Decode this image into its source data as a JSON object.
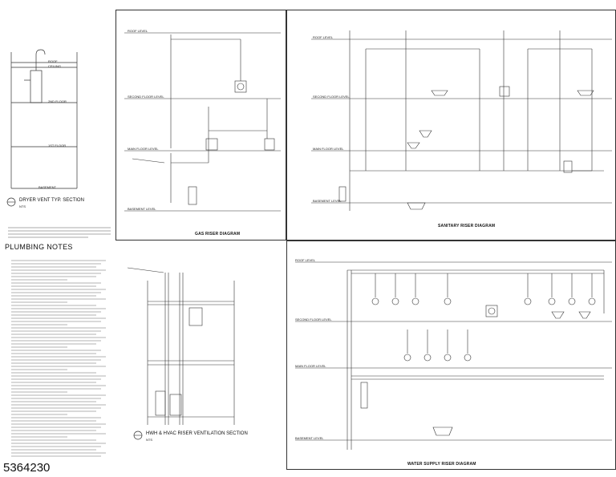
{
  "sheet": {
    "mls_number": "5364230"
  },
  "dryer": {
    "title": "DRYER VENT TYP. SECTION",
    "scale": "NTS",
    "labels": [
      "ROOF",
      "CEILING",
      "2ND FLOOR",
      "1ST FLOOR",
      "BASEMENT"
    ]
  },
  "gas": {
    "caption": "GAS RISER DIAGRAM",
    "levels": [
      "ROOF LEVEL",
      "SECOND FLOOR LEVEL",
      "MAIN FLOOR LEVEL",
      "BASEMENT LEVEL"
    ]
  },
  "sanitary": {
    "caption": "SANITARY RISER DIAGRAM",
    "levels": [
      "ROOF LEVEL",
      "SECOND FLOOR LEVEL",
      "MAIN FLOOR LEVEL",
      "BASEMENT LEVEL"
    ]
  },
  "hvac": {
    "title": "HWH & HVAC RISER VENTILATION SECTION",
    "scale": "NTS"
  },
  "water": {
    "caption": "WATER SUPPLY RISER DIAGRAM",
    "levels": [
      "ROOF LEVEL",
      "SECOND FLOOR LEVEL",
      "MAIN FLOOR LEVEL",
      "BASEMENT LEVEL"
    ]
  },
  "notes": {
    "title": "PLUMBING NOTES"
  }
}
